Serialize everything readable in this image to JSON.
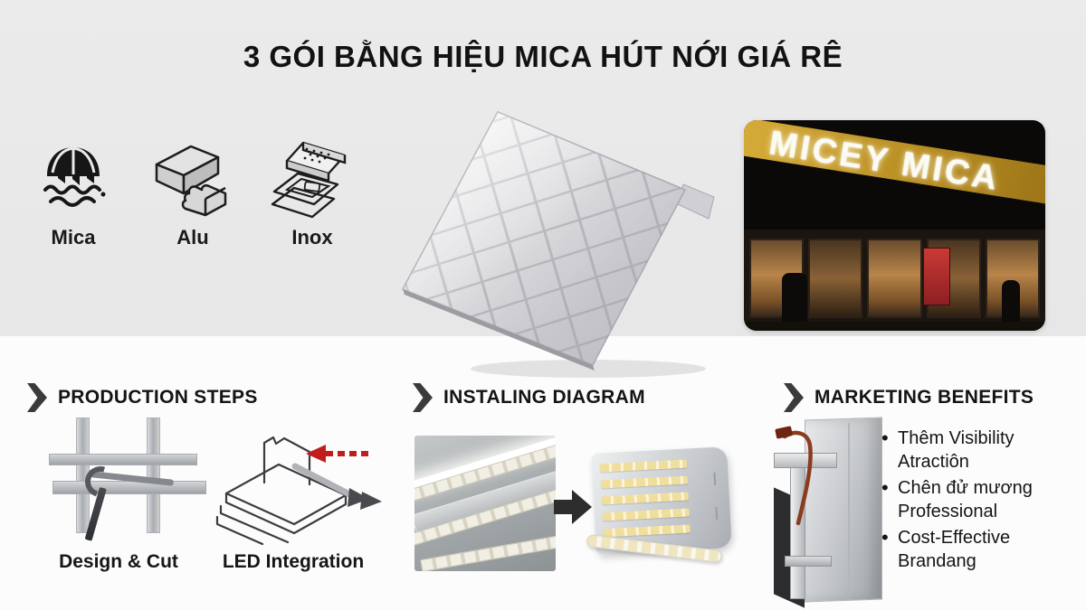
{
  "title": "3 GÓI BẰNG HIỆU MICA HÚT NỚI GIÁ RÊ",
  "materials": [
    {
      "label": "Mica",
      "icon": "umbrella-waves-icon"
    },
    {
      "label": "Alu",
      "icon": "aluminum-blocks-icon"
    },
    {
      "label": "Inox",
      "icon": "steel-sheets-icon"
    }
  ],
  "hero": {
    "storefront_sign": "MICEY MICA"
  },
  "sections": {
    "production": {
      "title": "PRODUCTION STEPS",
      "steps": [
        {
          "label": "Design & Cut"
        },
        {
          "label": "LED Integration"
        }
      ]
    },
    "installing": {
      "title": "INSTALING DIAGRAM"
    },
    "marketing": {
      "title": "MARKETING BENEFITS",
      "benefits": [
        "Thêm Visibility Atractiôn",
        "Chên đử mương Professional",
        "Cost-Effective Brandang"
      ]
    }
  },
  "colors": {
    "top_background": "#eaeaea",
    "bottom_background": "#fcfcfc",
    "accent_gold": "#b4891f",
    "arrow_red": "#c21d1d",
    "chevron_gray": "#3b3b3b"
  }
}
